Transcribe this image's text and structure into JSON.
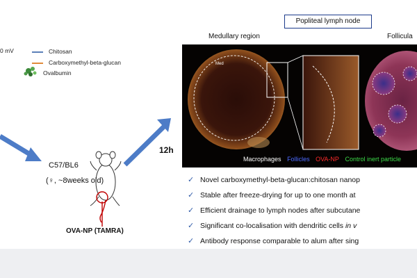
{
  "legend": {
    "mv_text": "0 mV",
    "items": [
      {
        "label": "Chitosan",
        "color": "#5b7fb8"
      },
      {
        "label": "Carboxymethyl-beta-glucan",
        "color": "#e08a3a"
      },
      {
        "label": "Ovalbumin",
        "color": "#3c8a3a"
      }
    ]
  },
  "mouse": {
    "strain": "C57/BL6",
    "details": "(♀, ~8weeks old)",
    "timing": "12h",
    "injection_label": "OVA-NP (TAMRA)"
  },
  "microscopy": {
    "title": "Popliteal lymph node",
    "left_region": "Medullary region",
    "right_region": "Follicula",
    "med_label": "Med",
    "caption": [
      {
        "text": "Macrophages",
        "color": "#ffffff"
      },
      {
        "text": "Follicles",
        "color": "#4d6bff"
      },
      {
        "text": "OVA-NP",
        "color": "#ff2b2b"
      },
      {
        "text": "Control inert particle",
        "color": "#3ddc4a"
      }
    ]
  },
  "findings": [
    {
      "text": "Novel carboxymethyl-beta-glucan:chitosan nanop",
      "italic": ""
    },
    {
      "text": "Stable after freeze-drying for up to one month at",
      "italic": ""
    },
    {
      "text": "Efficient drainage to lymph nodes after subcutane",
      "italic": ""
    },
    {
      "text": "Significant co-localisation with dendritic cells ",
      "italic": "in v"
    },
    {
      "text": "Antibody response comparable to alum after sing",
      "italic": ""
    }
  ],
  "check_glyph": "✓",
  "colors": {
    "arrow": "#4d7cc7",
    "box_border": "#1b3a8a",
    "check": "#2f5aa8",
    "bottom_band": "#eeeff2"
  },
  "icons": [
    "mouse-icon",
    "molecule-icon",
    "arrow-icon",
    "check-icon"
  ]
}
